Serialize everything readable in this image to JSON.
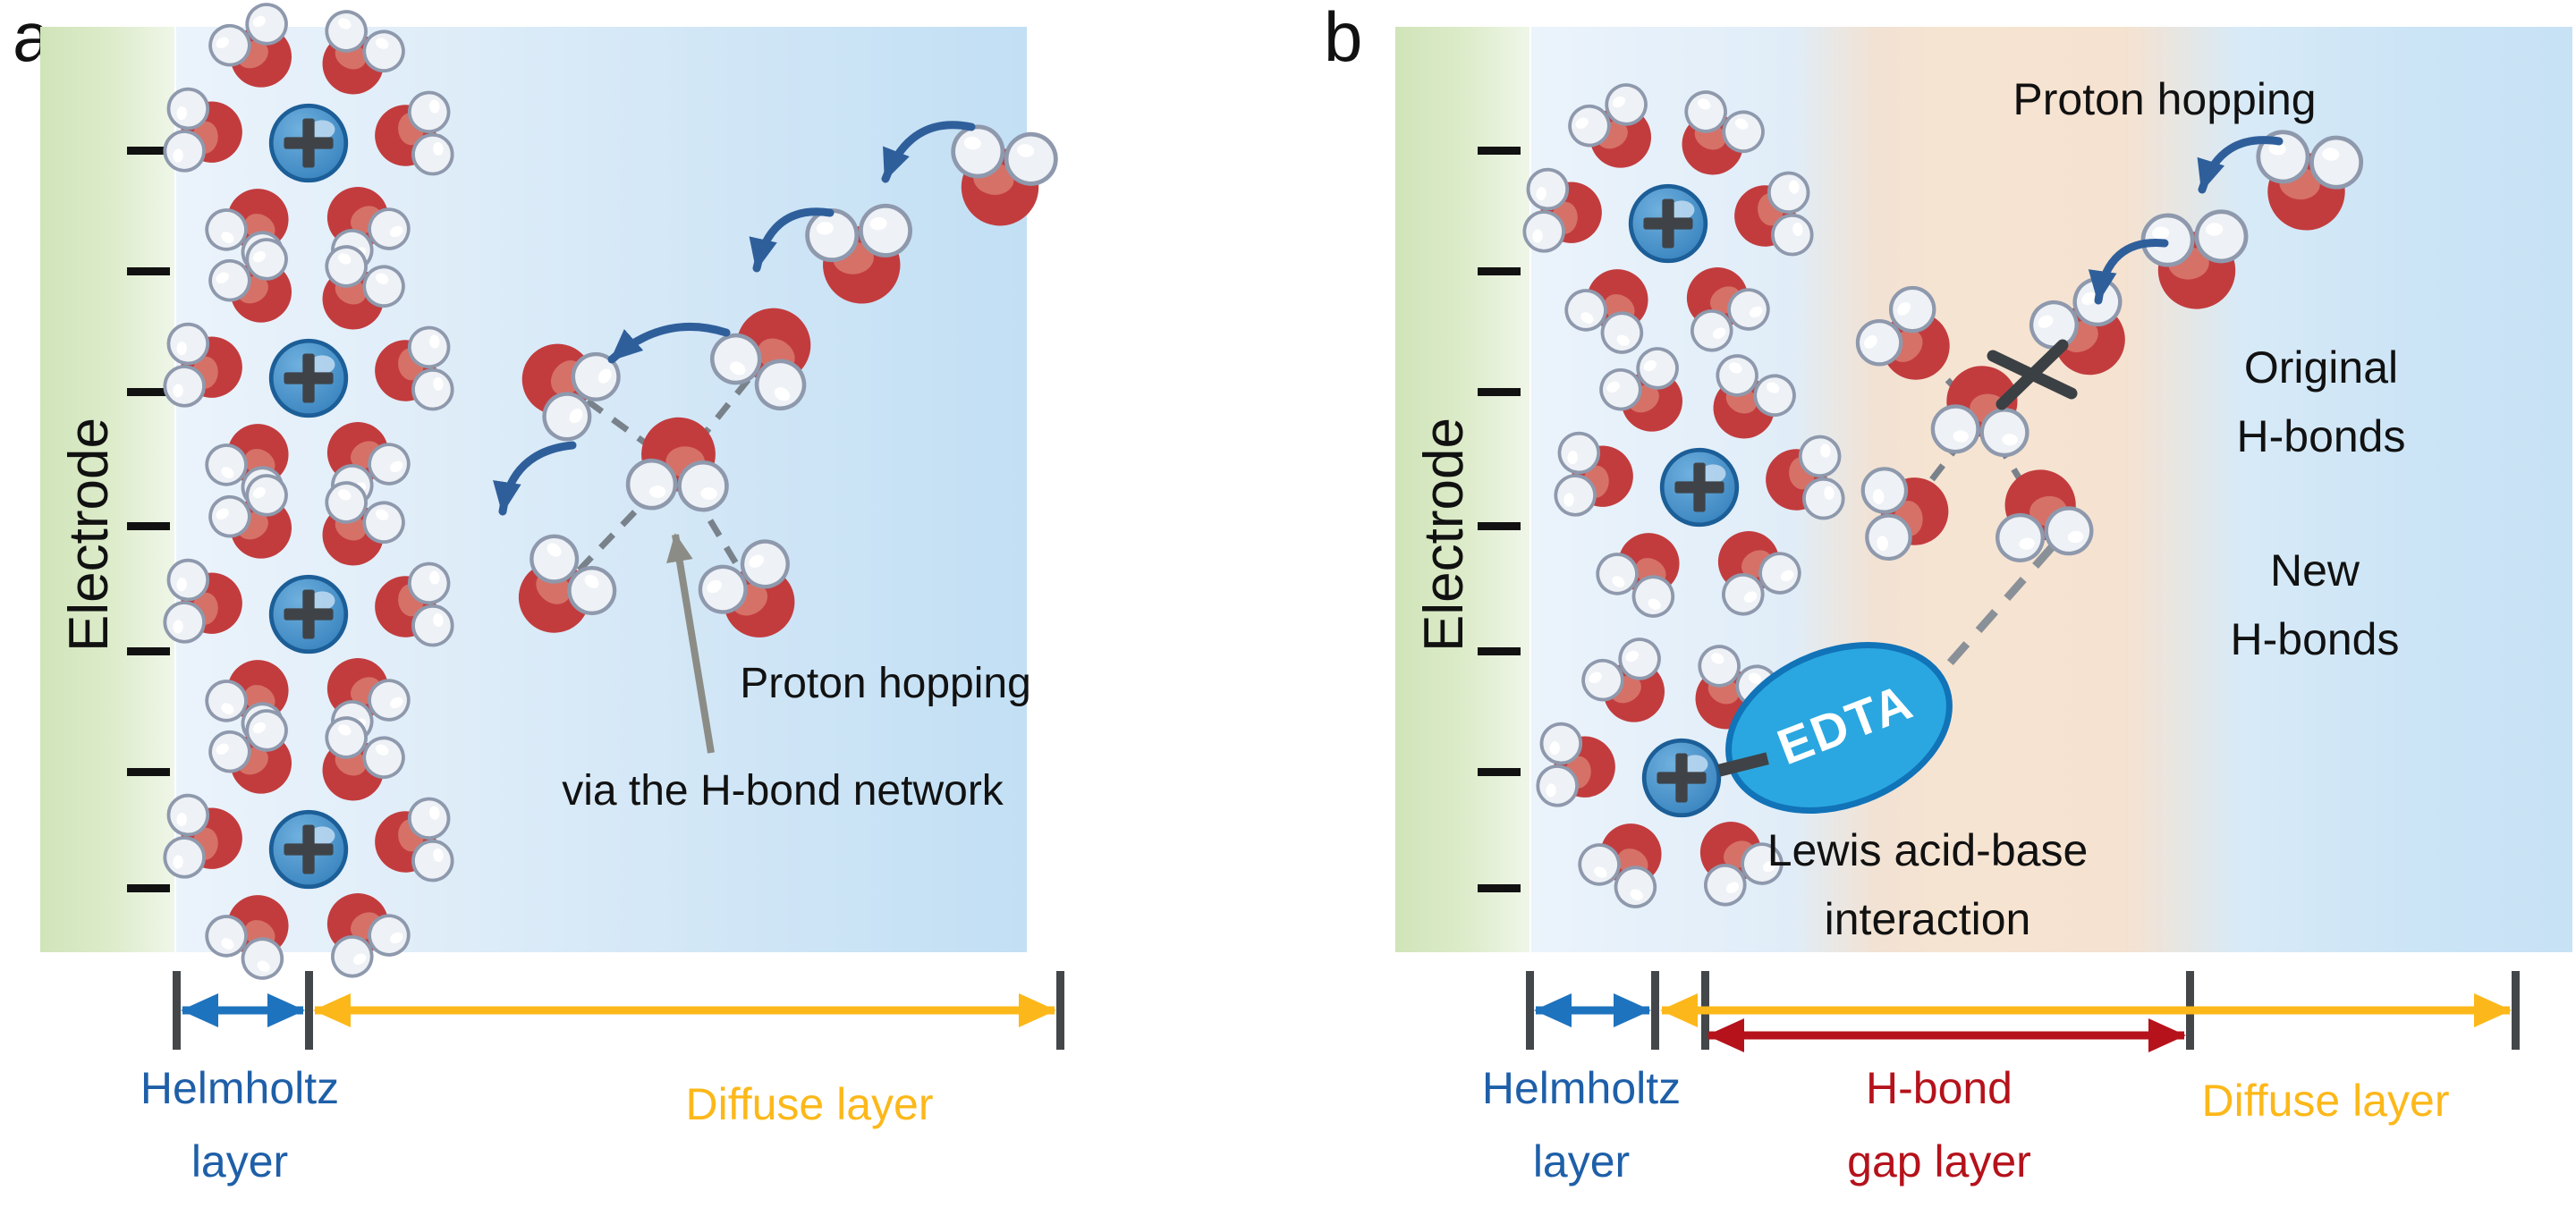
{
  "panel_a": {
    "label": "a",
    "electrode_label": "Electrode",
    "caption_line1": "Proton hopping",
    "caption_line2": "via the H-bond network",
    "helmholtz_line1": "Helmholtz",
    "helmholtz_line2": "layer",
    "diffuse_label": "Diffuse layer"
  },
  "panel_b": {
    "label": "b",
    "electrode_label": "Electrode",
    "proton_hopping_label": "Proton hopping",
    "original_hbonds_line1": "Original",
    "original_hbonds_line2": "H-bonds",
    "new_hbonds_line1": "New",
    "new_hbonds_line2": "H-bonds",
    "edta_label": "EDTA",
    "lewis_line1": "Lewis acid-base",
    "lewis_line2": "interaction",
    "helmholtz_line1": "Helmholtz",
    "helmholtz_line2": "layer",
    "hbond_gap_line1": "H-bond",
    "hbond_gap_line2": "gap layer",
    "diffuse_label": "Diffuse layer"
  },
  "colors": {
    "electrode_green": "#d8e8c2",
    "solution_blue": "#cde5f6",
    "hbond_gap_peach": "#f6e4d2",
    "water_oxygen_red": "#c23c3e",
    "water_hydrogen_white": "#eef1f5",
    "hydronium_blue": "#3c8dcb",
    "proton_hop_arrow_navy": "#2f5f9b",
    "helmholtz_arrow_blue": "#1e73be",
    "diffuse_arrow_yellow": "#fcb81a",
    "hbond_gap_arrow_red": "#b5121b",
    "edta_blue": "#2aa7e0",
    "pointer_arrow_gray": "#8c8c86"
  }
}
